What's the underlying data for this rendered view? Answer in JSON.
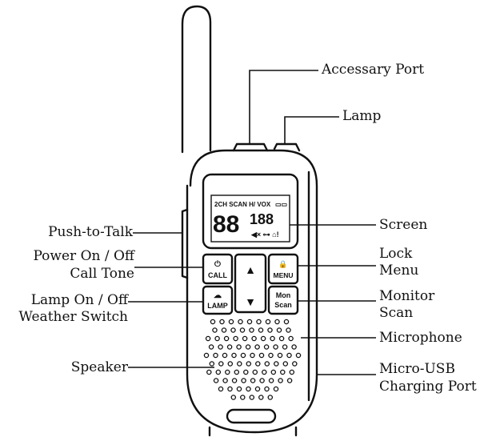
{
  "labels": {
    "accessory_port": "Accessary Port",
    "lamp": "Lamp",
    "push_to_talk": "Push-to-Talk",
    "power_line1": "Power On / Off",
    "power_line2": "Call Tone",
    "lamp_weather_line1": "Lamp On / Off",
    "lamp_weather_line2": "Weather Switch",
    "speaker": "Speaker",
    "screen": "Screen",
    "lock_line1": "Lock",
    "lock_line2": "Menu",
    "monitor_line1": "Monitor",
    "monitor_line2": "Scan",
    "microphone": "Microphone",
    "usb_line1": "Micro-USB",
    "usb_line2": "Charging Port"
  },
  "display": {
    "indicators": "2CH SCAN H/ VOX",
    "battery": "▭▭",
    "big_digits": "88",
    "small_digits": "188",
    "status_icons": "◀× ⊶ ⌂!"
  },
  "keys": {
    "call_icon": "⏻",
    "call": "CALL",
    "menu_icon": "🔒",
    "menu": "MENU",
    "lamp": "LAMP",
    "lamp_icon": "☁",
    "mon": "Mon",
    "scan": "Scan",
    "up": "▲",
    "down": "▼"
  }
}
